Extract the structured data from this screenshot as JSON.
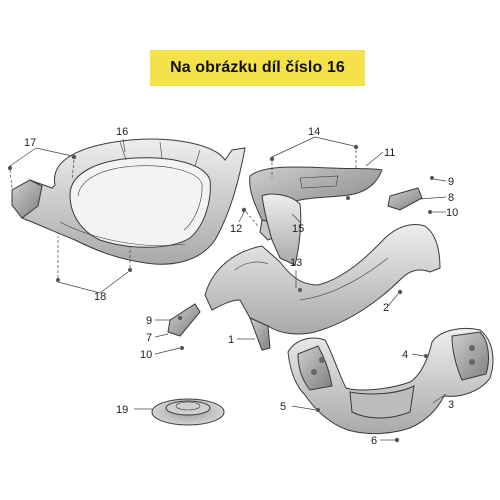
{
  "banner": {
    "text": "Na obrázku díl číslo 16",
    "color": "#f5e14a"
  },
  "callouts": [
    "1",
    "2",
    "3",
    "4",
    "5",
    "6",
    "7",
    "8",
    "9",
    "9",
    "10",
    "10",
    "11",
    "12",
    "13",
    "14",
    "15",
    "16",
    "17",
    "18",
    "19"
  ],
  "labels": {
    "l1": "1",
    "l2": "2",
    "l3": "3",
    "l4": "4",
    "l5": "5",
    "l6": "6",
    "l7": "7",
    "l8": "8",
    "l9a": "9",
    "l9b": "9",
    "l10a": "10",
    "l10b": "10",
    "l11": "11",
    "l12": "12",
    "l13": "13",
    "l14": "14",
    "l15": "15",
    "l16": "16",
    "l17": "17",
    "l18": "18",
    "l19": "19"
  },
  "colors": {
    "part_fill": "#d8d8d8",
    "part_dark": "#9a9a9a",
    "outline": "#3a3a3a"
  }
}
